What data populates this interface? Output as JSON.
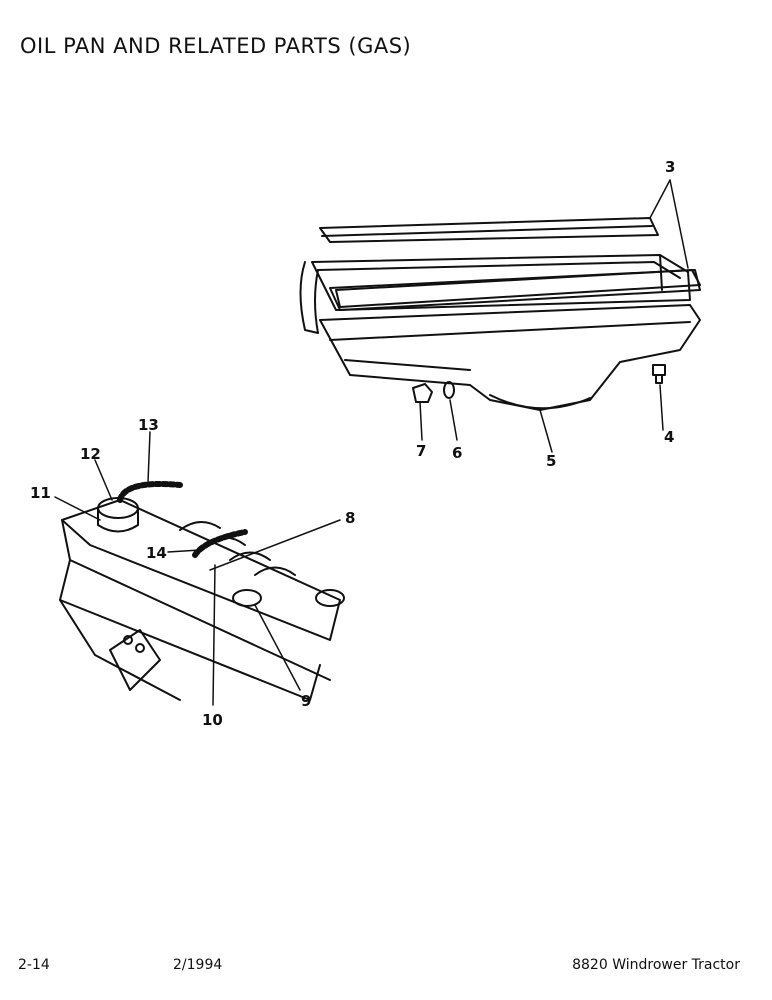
{
  "page": {
    "title": "OIL PAN AND RELATED PARTS (GAS)",
    "footer": {
      "page_number": "2-14",
      "date": "2/1994",
      "model": "8820 Windrower Tractor"
    }
  },
  "callouts": {
    "c3": "3",
    "c4": "4",
    "c5": "5",
    "c6": "6",
    "c7": "7",
    "c8": "8",
    "c9": "9",
    "c10": "10",
    "c11": "11",
    "c12": "12",
    "c13": "13",
    "c14": "14"
  }
}
